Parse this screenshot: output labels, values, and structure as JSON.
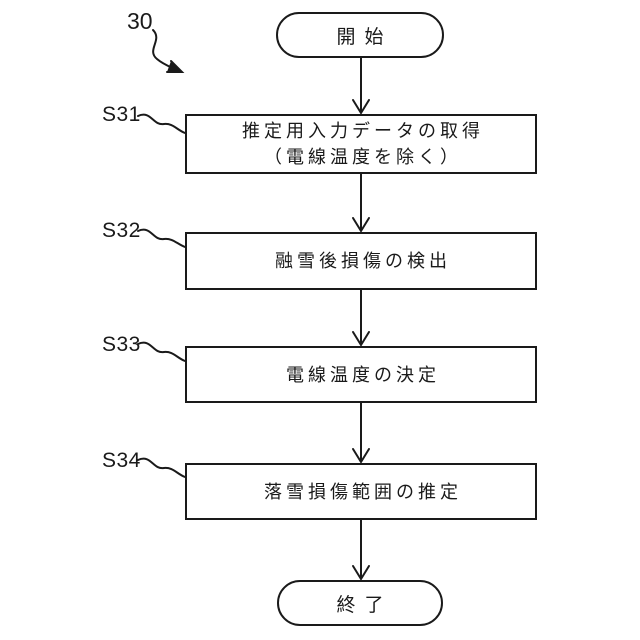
{
  "figure": {
    "number": "30"
  },
  "terminals": {
    "start": "開始",
    "end": "終了"
  },
  "steps": [
    {
      "id": "S31",
      "lines": [
        "推定用入力データの取得",
        "（電線温度を除く）"
      ]
    },
    {
      "id": "S32",
      "lines": [
        "融雪後損傷の検出"
      ]
    },
    {
      "id": "S33",
      "lines": [
        "電線温度の決定"
      ]
    },
    {
      "id": "S34",
      "lines": [
        "落雪損傷範囲の推定"
      ]
    }
  ],
  "colors": {
    "line": "#1a1a1a",
    "background": "#ffffff"
  }
}
